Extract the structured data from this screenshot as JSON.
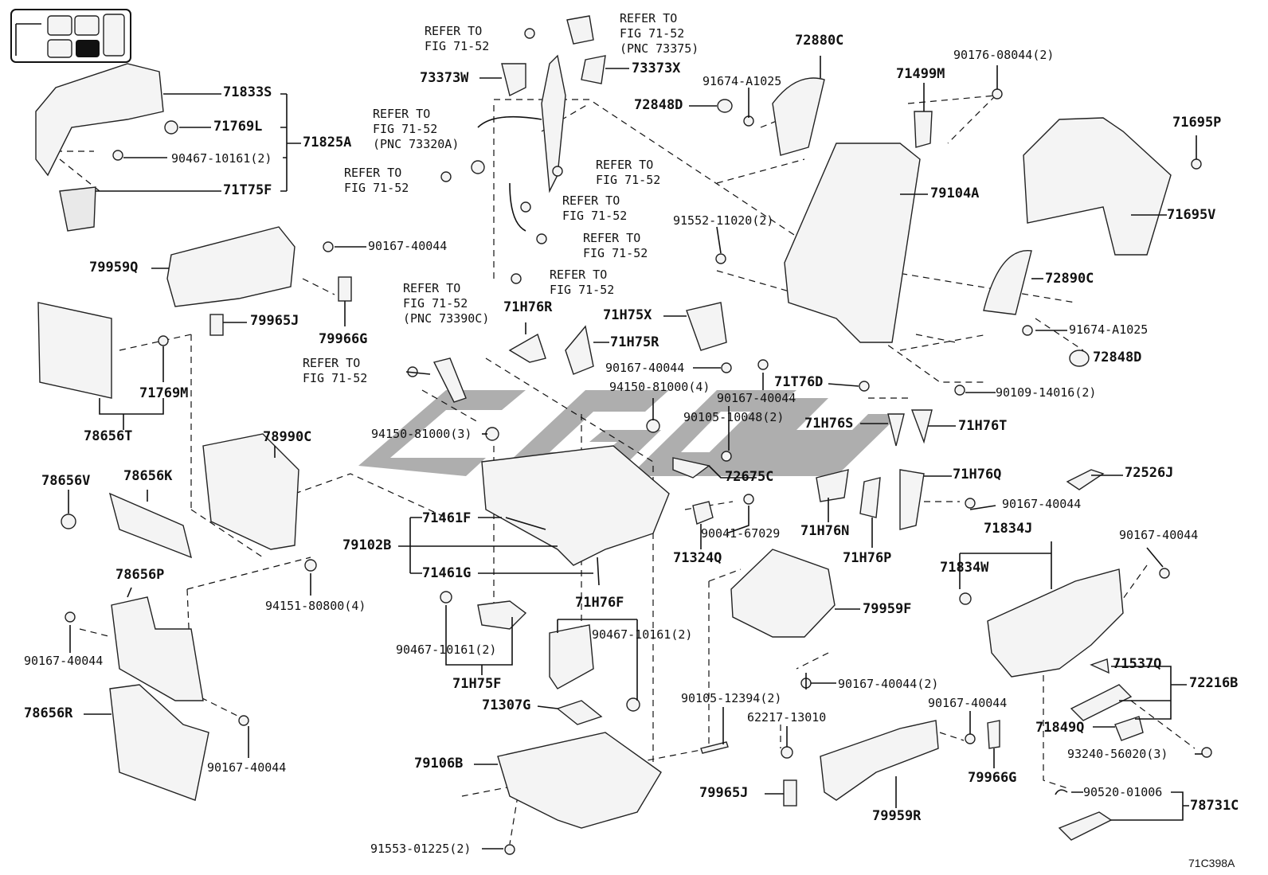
{
  "diagram_id": "71C398A",
  "watermark": "",
  "refer": {
    "r1": "REFER TO\nFIG 71-52",
    "r2": "REFER TO\nFIG 71-52\n(PNC 73375)",
    "r3": "REFER TO\nFIG 71-52\n(PNC 73320A)",
    "r4": "REFER TO\nFIG 71-52",
    "r5": "REFER TO\nFIG 71-52",
    "r6": "REFER TO\nFIG 71-52",
    "r7": "REFER TO\nFIG 71-52",
    "r8": "REFER TO\nFIG 71-52",
    "r9": "REFER TO\nFIG 71-52\n(PNC 73390C)",
    "r10": "REFER TO\nFIG 71-52"
  },
  "labels": {
    "l71833S": "71833S",
    "l71769L": "71769L",
    "l90467a": "90467-10161(2)",
    "l71825A": "71825A",
    "l71T75F": "71T75F",
    "l73373W": "73373W",
    "l73373X": "73373X",
    "l72880C": "72880C",
    "l91674a": "91674-A1025",
    "l72848Da": "72848D",
    "l71499M": "71499M",
    "l90176": "90176-08044(2)",
    "l71695P": "71695P",
    "l79104A": "79104A",
    "l71695V": "71695V",
    "l91552": "91552-11020(2)",
    "l72890C": "72890C",
    "l91674b": "91674-A1025",
    "l72848Db": "72848D",
    "l90109": "90109-14016(2)",
    "l90167a": "90167-40044",
    "l79959Q": "79959Q",
    "l79965Ja": "79965J",
    "l79966Ga": "79966G",
    "l71769M": "71769M",
    "l78656T": "78656T",
    "l71H76R": "71H76R",
    "l71H75X": "71H75X",
    "l71H75R": "71H75R",
    "l90167b": "90167-40044",
    "l94150a": "94150-81000(4)",
    "l90167c": "90167-40044",
    "l71T76D": "71T76D",
    "l90105a": "90105-10048(2)",
    "l71H76S": "71H76S",
    "l71H76T": "71H76T",
    "l94150b": "94150-81000(3)",
    "l72675C": "72675C",
    "l78990C": "78990C",
    "l78656V": "78656V",
    "l78656K": "78656K",
    "l71461Fa": "71461F",
    "l79102B": "79102B",
    "l71461G": "71461G",
    "l94151": "94151-80800(4)",
    "l71H76Q": "71H76Q",
    "l72526J": "72526J",
    "l90167d": "90167-40044",
    "l71H76N": "71H76N",
    "l71H76P": "71H76P",
    "l90041": "90041-67029",
    "l71324Q": "71324Q",
    "l71834J": "71834J",
    "l90167e": "90167-40044",
    "l71834W": "71834W",
    "l78656P": "78656P",
    "l90167f": "90167-40044",
    "l90467b": "90467-10161(2)",
    "l71H75F": "71H75F",
    "l71H76F": "71H76F",
    "l90467c": "90467-10161(2)",
    "l79959F": "79959F",
    "l71307G": "71307G",
    "l90167g": "90167-40044(2)",
    "l71537Q": "71537Q",
    "l72216B": "72216B",
    "l78656R": "78656R",
    "l90167h": "90167-40044",
    "l90105b": "90105-12394(2)",
    "l62217": "62217-13010",
    "l90167i": "90167-40044",
    "l71849Q": "71849Q",
    "l93240": "93240-56020(3)",
    "l79106B": "79106B",
    "l79965Jb": "79965J",
    "l79959R": "79959R",
    "l79966Gb": "79966G",
    "l90520": "90520-01006",
    "l78731C": "78731C",
    "l91553": "91553-01225(2)"
  },
  "seat_map": {
    "highlighted_cell": "rear-right"
  }
}
